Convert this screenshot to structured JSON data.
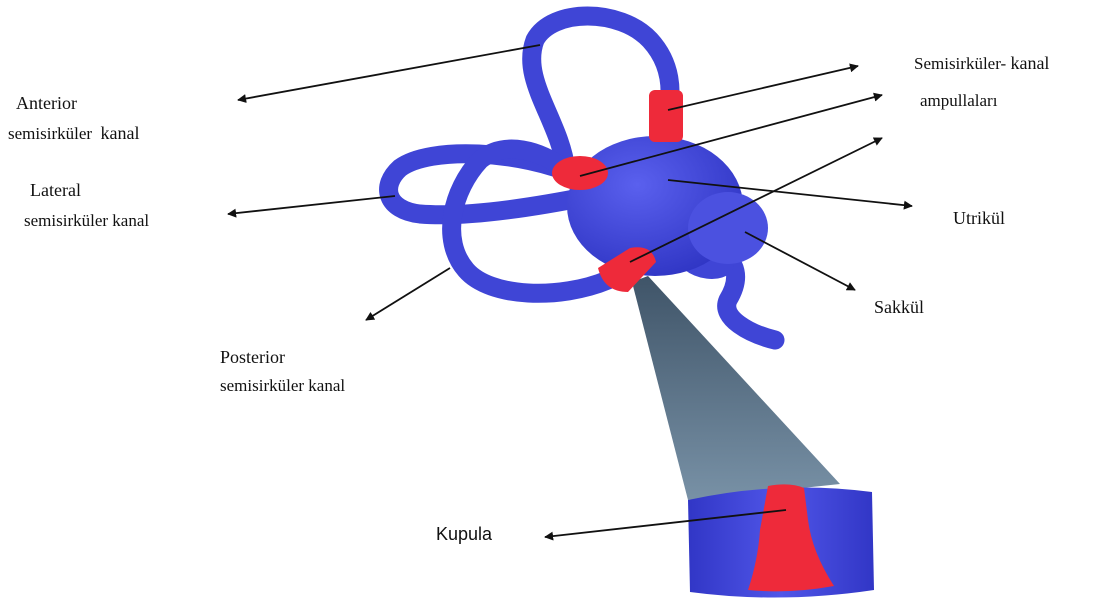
{
  "labels": {
    "anterior_line1": "Anterior",
    "anterior_line2_a": "semisirküler",
    "anterior_line2_b": "kanal",
    "lateral_line1": "Lateral",
    "lateral_line2_a": "semisirküler",
    "lateral_line2_b": "kanal",
    "posterior_line1": "Posterior",
    "posterior_line2_a": "semisirküler",
    "posterior_line2_b": "kanal",
    "ampulla_line1_a": "Semisirküler-",
    "ampulla_line1_b": "kanal",
    "ampulla_line2": "ampullaları",
    "utricle": "Utrikül",
    "saccule": "Sakkül",
    "cupula": "Kupula"
  },
  "colors": {
    "canal_blue": "#3f45d6",
    "canal_highlight": "#6d72f0",
    "ampulla_red": "#ee2a3a",
    "cone_gray": "#5b7185",
    "arrow": "#111111"
  }
}
